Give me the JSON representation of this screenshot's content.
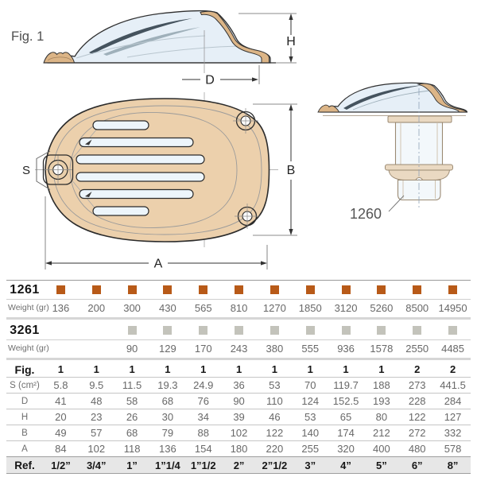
{
  "figure": {
    "fig1_label": "Fig. 1",
    "model_label": "1260",
    "dim_h": "H",
    "dim_d": "D",
    "dim_s": "S",
    "dim_b": "B",
    "dim_a": "A"
  },
  "colors": {
    "marker_orange": "#b85a18",
    "marker_gray": "#c3c3bb",
    "body_tan": "#ecd0ac",
    "section_tan": "#dcb587",
    "shell_blue": "#e6eff7",
    "slot_blue": "#edf5fb"
  },
  "table": {
    "sections": [
      {
        "code": "1261",
        "marker_color": "#b85a18",
        "markers": [
          true,
          true,
          true,
          true,
          true,
          true,
          true,
          true,
          true,
          true,
          true,
          true
        ],
        "weight_label": "Weight (gr)",
        "weights": [
          "136",
          "200",
          "300",
          "430",
          "565",
          "810",
          "1270",
          "1850",
          "3120",
          "5260",
          "8500",
          "14950"
        ]
      },
      {
        "code": "3261",
        "marker_color": "#c3c3bb",
        "markers": [
          false,
          false,
          true,
          true,
          true,
          true,
          true,
          true,
          true,
          true,
          true,
          true
        ],
        "weight_label": "Weight (gr)",
        "weights": [
          "",
          "",
          "90",
          "129",
          "170",
          "243",
          "380",
          "555",
          "936",
          "1578",
          "2550",
          "4485"
        ]
      }
    ],
    "spec_rows": [
      {
        "label": "Fig.",
        "style": "bold",
        "values": [
          "1",
          "1",
          "1",
          "1",
          "1",
          "1",
          "1",
          "1",
          "1",
          "1",
          "2",
          "2"
        ]
      },
      {
        "label": "S (cm²)",
        "style": "normal",
        "values": [
          "5.8",
          "9.5",
          "11.5",
          "19.3",
          "24.9",
          "36",
          "53",
          "70",
          "119.7",
          "188",
          "273",
          "441.5"
        ]
      },
      {
        "label": "D",
        "style": "normal",
        "values": [
          "41",
          "48",
          "58",
          "68",
          "76",
          "90",
          "110",
          "124",
          "152.5",
          "193",
          "228",
          "284"
        ]
      },
      {
        "label": "H",
        "style": "normal",
        "values": [
          "20",
          "23",
          "26",
          "30",
          "34",
          "39",
          "46",
          "53",
          "65",
          "80",
          "122",
          "127"
        ]
      },
      {
        "label": "B",
        "style": "normal",
        "values": [
          "49",
          "57",
          "68",
          "79",
          "88",
          "102",
          "122",
          "140",
          "174",
          "212",
          "272",
          "332"
        ]
      },
      {
        "label": "A",
        "style": "normal",
        "values": [
          "84",
          "102",
          "118",
          "136",
          "154",
          "180",
          "220",
          "255",
          "320",
          "400",
          "480",
          "578"
        ]
      },
      {
        "label": "Ref.",
        "style": "ref",
        "values": [
          "1/2”",
          "3/4”",
          "1”",
          "1”1/4",
          "1”1/2",
          "2”",
          "2”1/2",
          "3”",
          "4”",
          "5”",
          "6”",
          "8”"
        ]
      }
    ]
  }
}
